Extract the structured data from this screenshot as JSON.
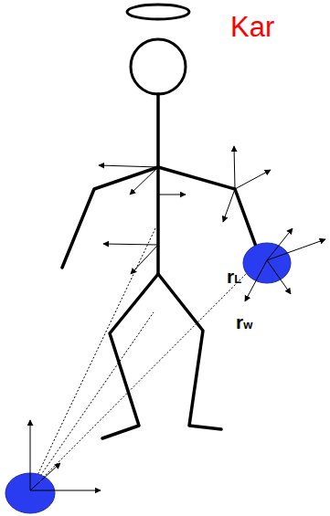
{
  "diagram": {
    "labels": [
      "Kar",
      "rL",
      "rw"
    ]
  }
}
